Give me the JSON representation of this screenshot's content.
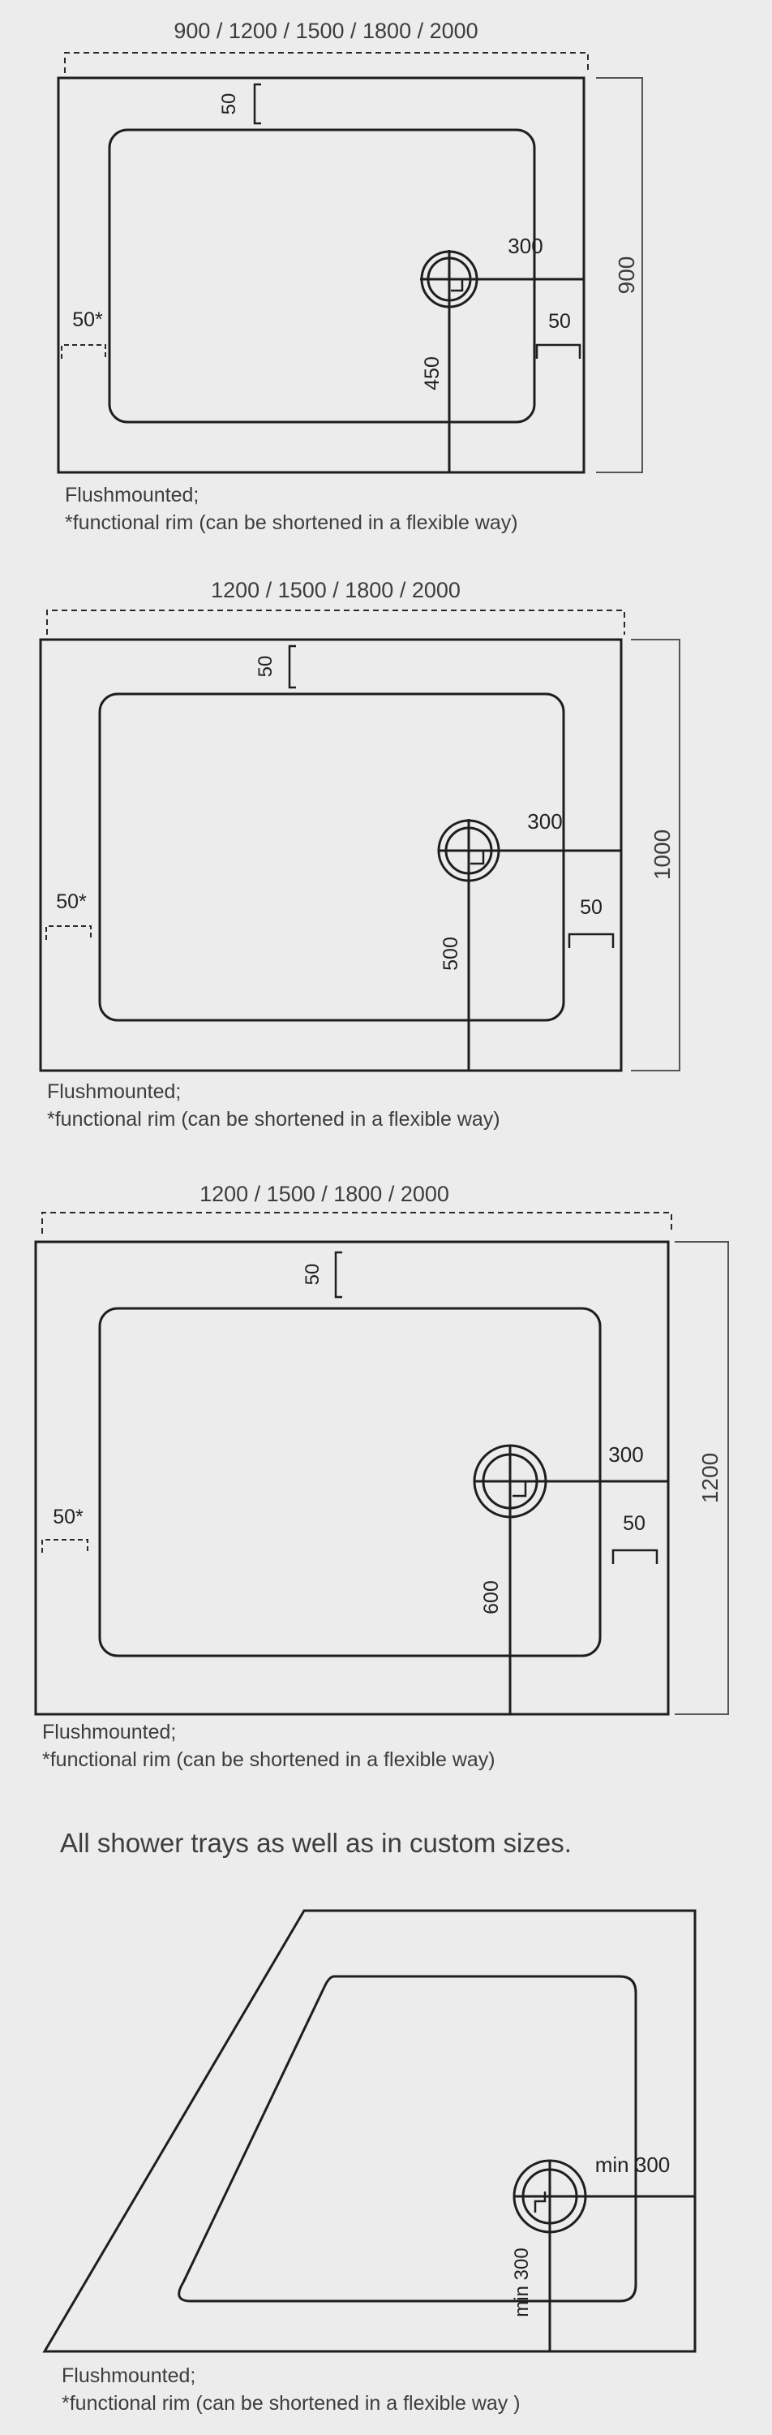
{
  "diagrams": [
    {
      "width_label": "900 / 1200 / 1500 / 1800 / 2000",
      "depth_label": "900",
      "rim_top": "50",
      "rim_left": "50*",
      "rim_right": "50",
      "drain_x": "300",
      "drain_y": "450",
      "note_1": "Flushmounted;",
      "note_2": "*functional rim (can be shortened in a flexible way)"
    },
    {
      "width_label": "1200 / 1500 / 1800 / 2000",
      "depth_label": "1000",
      "rim_top": "50",
      "rim_left": "50*",
      "rim_right": "50",
      "drain_x": "300",
      "drain_y": "500",
      "note_1": "Flushmounted;",
      "note_2": "*functional rim (can be shortened in a flexible way)"
    },
    {
      "width_label": "1200 / 1500 / 1800 / 2000",
      "depth_label": "1200",
      "rim_top": "50",
      "rim_left": "50*",
      "rim_right": "50",
      "drain_x": "300",
      "drain_y": "600",
      "note_1": "Flushmounted;",
      "note_2": "*functional rim (can be shortened in a flexible way)"
    }
  ],
  "custom_sizes_text": "All shower trays as well as in custom sizes.",
  "trapezoid": {
    "drain_x": "min 300",
    "drain_y": "min 300",
    "note_1": "Flushmounted;",
    "note_2": "*functional rim (can be shortened in a flexible way )"
  },
  "colors": {
    "background": "#ececec",
    "line": "#1e1e1e",
    "text": "#3a3a3a"
  }
}
